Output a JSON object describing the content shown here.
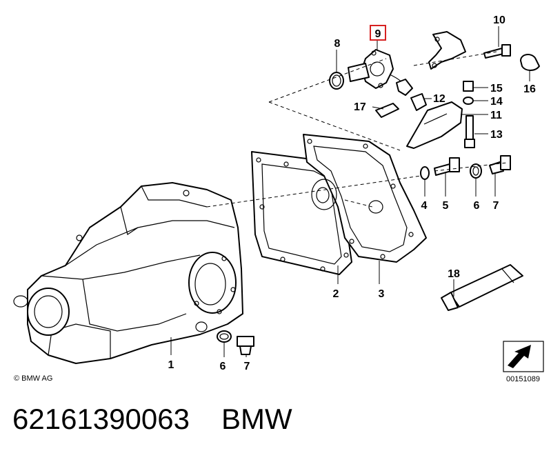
{
  "diagram": {
    "copyright": "© BMW AG",
    "drawing_code": "00151089",
    "highlighted_part": "9",
    "callouts": {
      "c1": "1",
      "c2": "2",
      "c3": "3",
      "c4": "4",
      "c5": "5",
      "c6a": "6",
      "c6b": "6",
      "c7a": "7",
      "c7b": "7",
      "c8": "8",
      "c9": "9",
      "c10": "10",
      "c11": "11",
      "c12": "12",
      "c13": "13",
      "c14": "14",
      "c15": "15",
      "c16": "16",
      "c17": "17",
      "c18": "18"
    }
  },
  "caption": {
    "part_number": "62161390063",
    "brand": "BMW"
  }
}
